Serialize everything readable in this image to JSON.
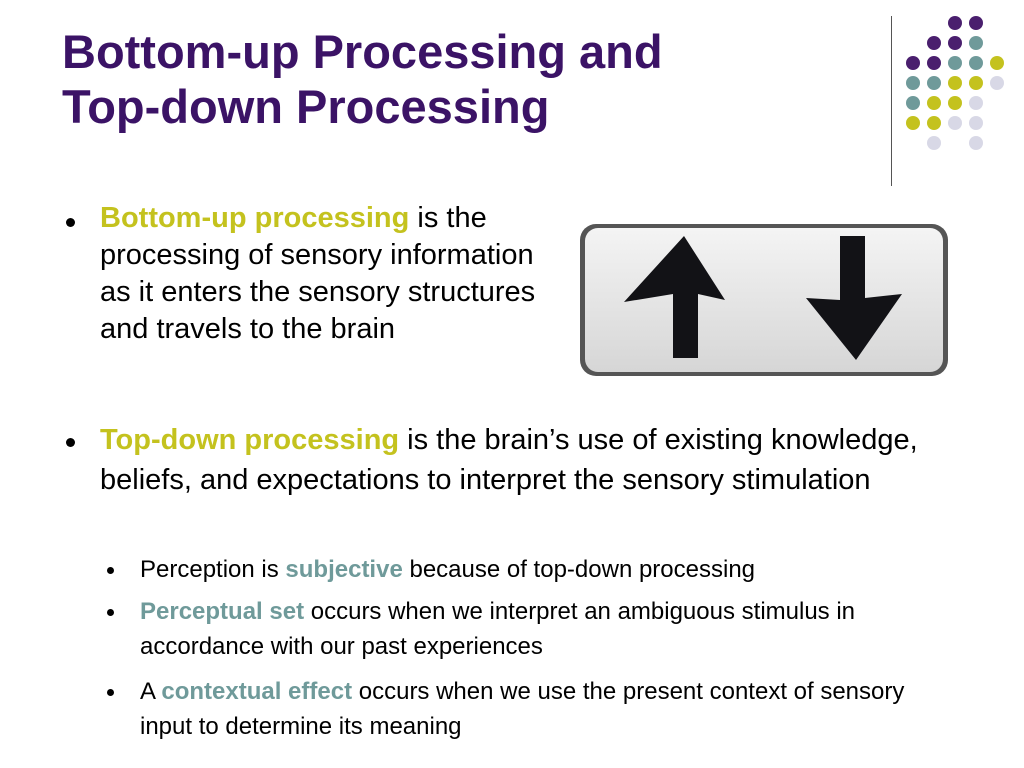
{
  "title": {
    "line1": "Bottom-up Processing and",
    "line2": "Top-down Processing"
  },
  "colors": {
    "title": "#3b1366",
    "accent_yellow": "#c4c21e",
    "accent_teal": "#6f9a9a",
    "dot_purple": "#4a1f6e",
    "dot_lavender": "#d8d8e6"
  },
  "icons": {
    "arrow_sign": "up-down-arrows-icon",
    "decoration": "dot-grid-icon"
  },
  "bullets": [
    {
      "term": "Bottom-up processing",
      "text": " is the processing of sensory information as it enters the sensory structures and travels to the brain"
    },
    {
      "term": "Top-down processing",
      "text": " is the brain’s use of existing knowledge, beliefs, and expectations to interpret the sensory stimulation",
      "subs": [
        {
          "before": "Perception is ",
          "term": "subjective",
          "after": " because of top-down processing"
        },
        {
          "before": "",
          "term": "Perceptual set",
          "after": " occurs when we interpret an ambiguous stimulus in accordance with our past experiences"
        },
        {
          "before": "A ",
          "term": "contextual effect",
          "after": " occurs when we use the present context of sensory input to determine its meaning"
        }
      ]
    }
  ]
}
